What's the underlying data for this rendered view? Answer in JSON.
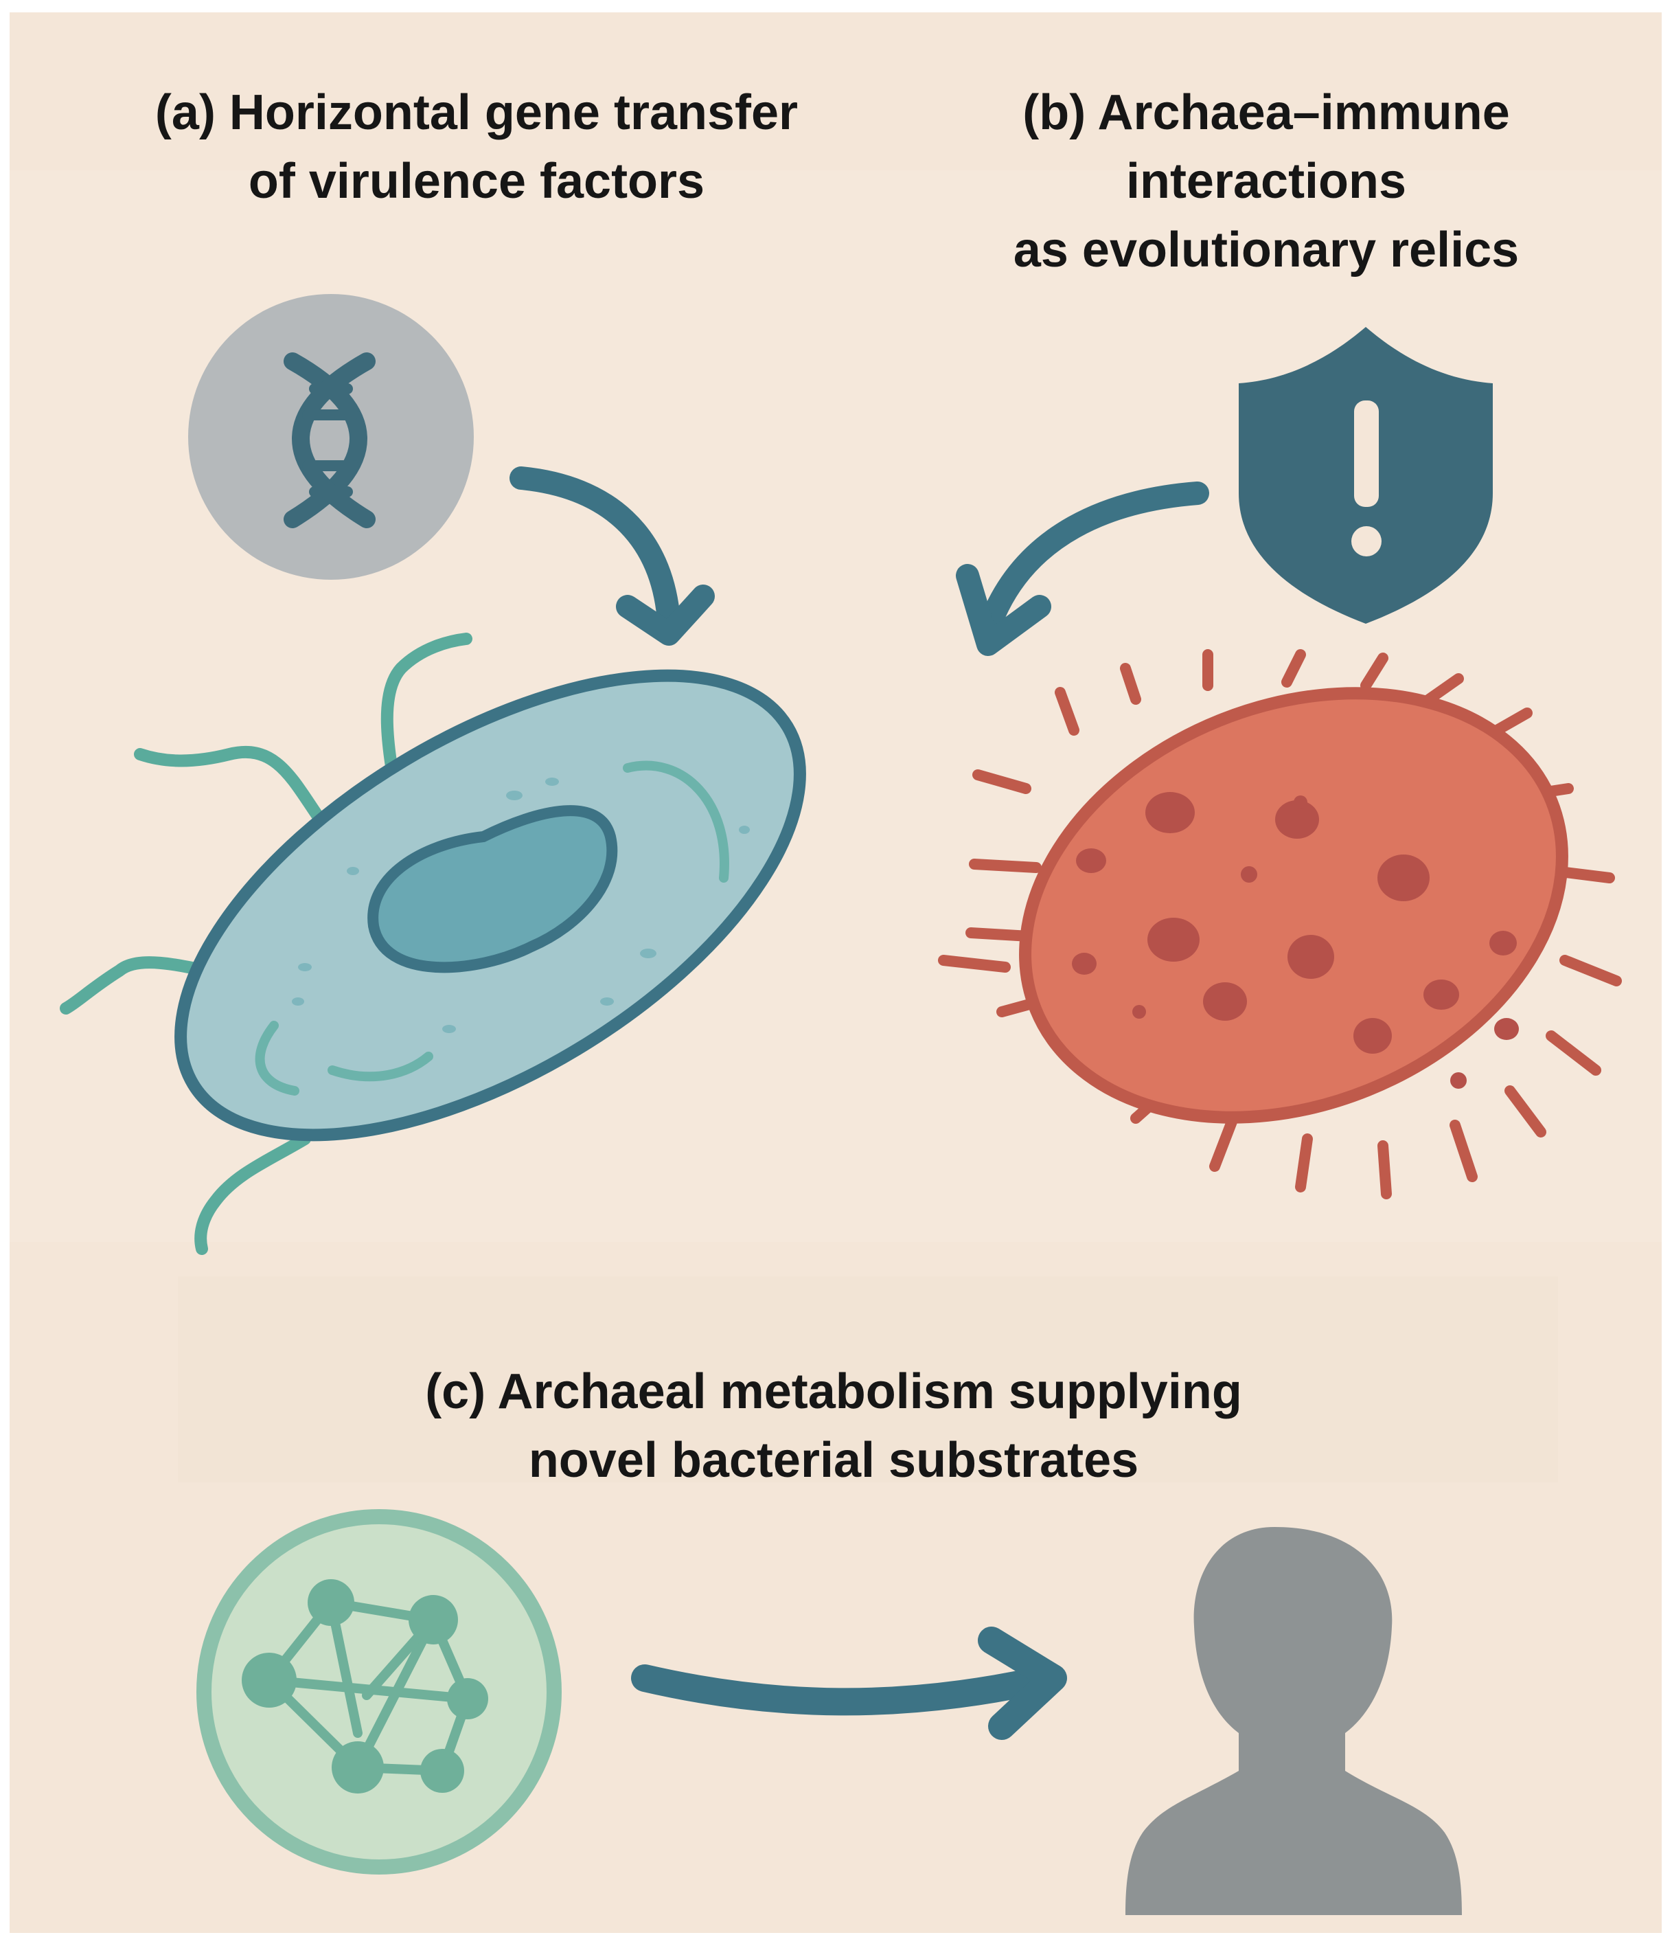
{
  "panels": {
    "a": {
      "title_lines": [
        "(a) Horizontal gene transfer",
        "of virulence factors"
      ],
      "icons": [
        "dna-icon",
        "curved-arrow-icon",
        "bacterium-icon"
      ]
    },
    "b": {
      "title_lines": [
        "(b) Archaea–immune",
        "interactions",
        "as evolutionary relics"
      ],
      "icons": [
        "shield-alert-icon",
        "curved-arrow-icon",
        "archaeon-icon"
      ]
    },
    "c": {
      "title_lines": [
        "(c) Archaeal metabolism supplying",
        "novel bacterial substrates"
      ],
      "icons": [
        "metabolic-network-icon",
        "arrow-right-icon",
        "human-silhouette-icon"
      ]
    }
  },
  "colors": {
    "background": "#f4e6d8",
    "teal_dark": "#3d7385",
    "teal_light": "#5aab9c",
    "bacterium_fill": "#a4c8cd",
    "archaeon_fill": "#dc7660",
    "archaeon_stroke": "#bf5a4b",
    "grey_circle": "#b5b9bb",
    "human_grey": "#8e9394",
    "network_fill": "#cbe0c9",
    "network_stroke": "#6fb09a",
    "text": "#161616"
  }
}
